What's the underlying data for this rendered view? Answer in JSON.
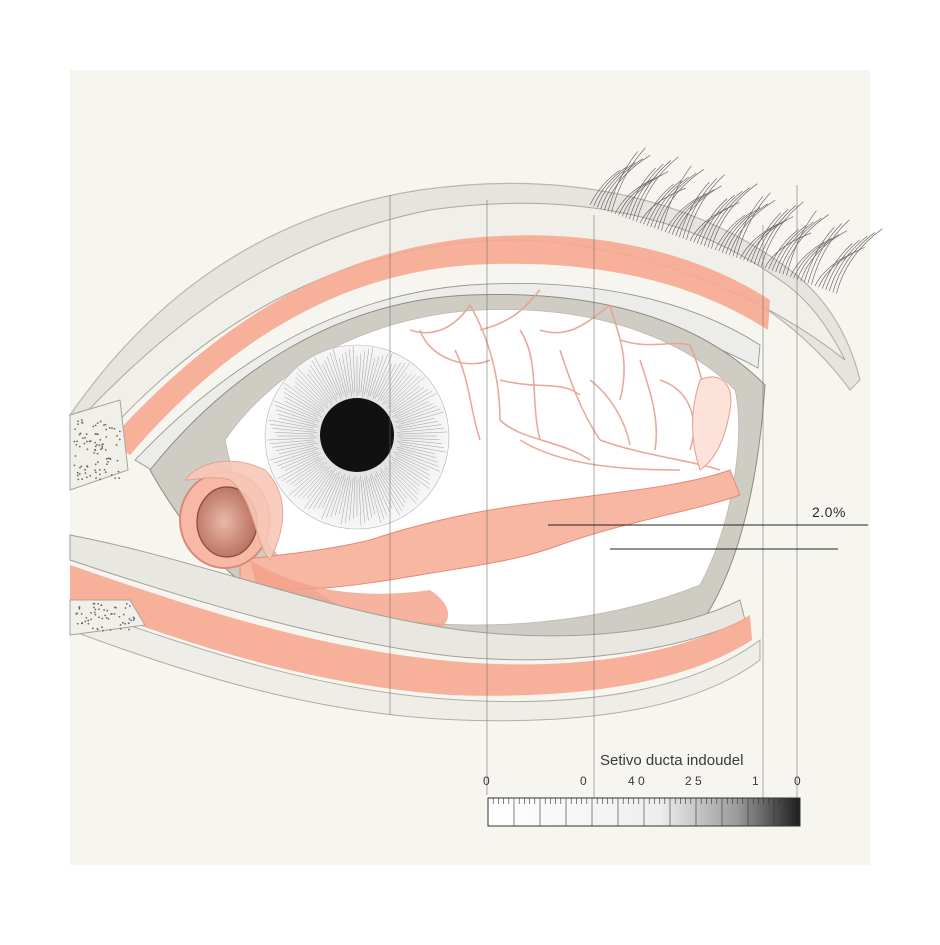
{
  "diagram": {
    "callout_label": "2.0%",
    "scale_title": "Setivo ducta indoudel",
    "scale_ticks": [
      "0",
      "0",
      "4 0",
      "2 5",
      "1",
      "0"
    ],
    "colors": {
      "paper": "#f7f5f0",
      "salmon": "#f39a84",
      "salmon_light": "#fbc9ba",
      "duct_line": "#e59a8a",
      "gray_wash": "#d9d7d1",
      "ink": "#2b2b2b"
    }
  }
}
